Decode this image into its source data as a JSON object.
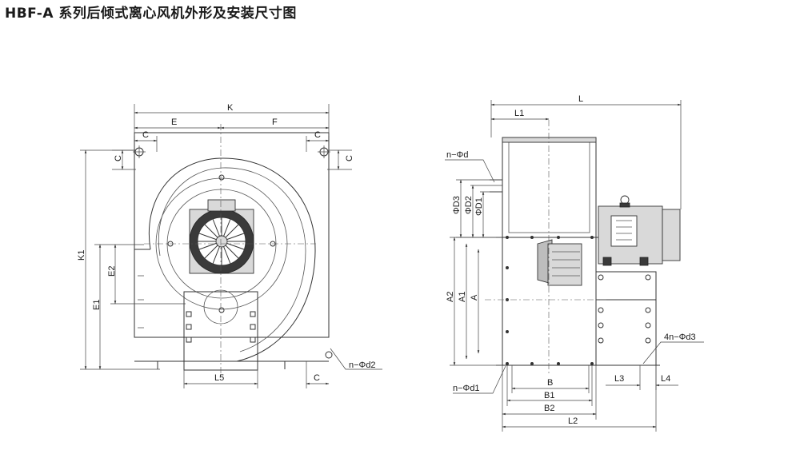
{
  "title": "HBF-A 系列后倾式离心风机外形及安装尺寸图",
  "front_view": {
    "labels": {
      "K": "K",
      "E": "E",
      "F": "F",
      "C": "C",
      "K1": "K1",
      "E1": "E1",
      "E2": "E2",
      "L5": "L5",
      "n_d2": "n−Φd2"
    }
  },
  "side_view": {
    "labels": {
      "L": "L",
      "L1": "L1",
      "n_d": "n−Φd",
      "D3": "ΦD3",
      "D2": "ΦD2",
      "D1": "ΦD1",
      "A2": "A2",
      "A1": "A1",
      "A": "A",
      "B": "B",
      "B1": "B1",
      "B2": "B2",
      "L2": "L2",
      "L3": "L3",
      "L4": "L4",
      "n_d1": "n−Φd1",
      "n4_d3": "4n−Φd3"
    }
  },
  "colors": {
    "line": "#333333",
    "fill_grey": "#d9d9d9",
    "fill_dark": "#3a3a3a"
  }
}
